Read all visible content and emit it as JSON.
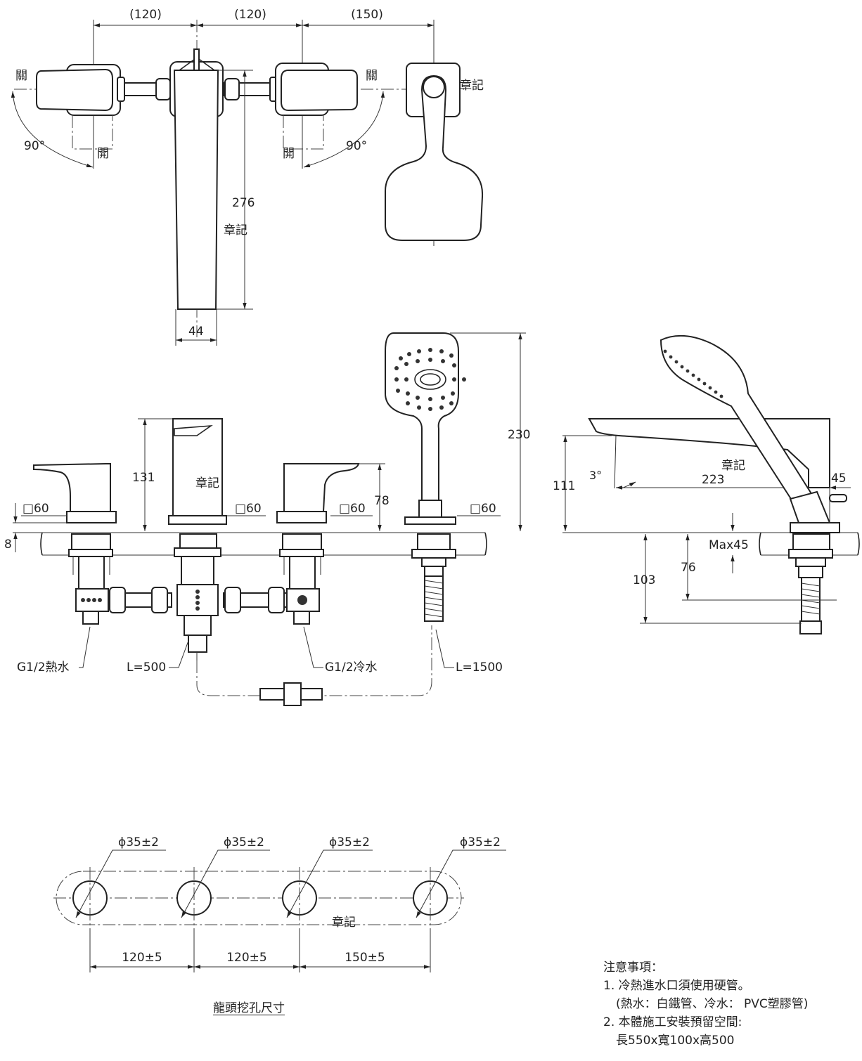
{
  "top_view": {
    "dims_top": [
      "(120)",
      "(120)",
      "(150)"
    ],
    "close_left": "關",
    "close_right": "關",
    "open_left": "開",
    "open_right": "開",
    "angle_left": "90°",
    "angle_right": "90°",
    "spout_length": "276",
    "spout_width": "44",
    "logo_spout": "章記",
    "logo_shower_holder": "章記"
  },
  "front_view": {
    "spout_height": "131",
    "handle_height": "78",
    "shower_height": "230",
    "deck_thickness": "8",
    "base_labels": [
      "□60",
      "□60",
      "□60",
      "□60"
    ],
    "logo": "章記",
    "hot_inlet": "G1/2熱水",
    "cold_inlet": "G1/2冷水",
    "hose_left": "L=500",
    "hose_right": "L=1500"
  },
  "side_view": {
    "height": "111",
    "angle": "3°",
    "reach": "223",
    "depth": "45",
    "max_deck": "Max45",
    "below_76": "76",
    "below_103": "103",
    "logo": "章記"
  },
  "hole_layout": {
    "hole_diameters": [
      "ϕ35±2",
      "ϕ35±2",
      "ϕ35±2",
      "ϕ35±2"
    ],
    "spacings": [
      "120±5",
      "120±5",
      "150±5"
    ],
    "logo": "章記",
    "title": "龍頭挖孔尺寸"
  },
  "notes": {
    "heading": "注意事項：",
    "line1": "1. 冷熱進水口須使用硬管。",
    "line1b": "(熱水：白鐵管、冷水： PVC塑膠管)",
    "line2": "2. 本體施工安裝預留空間:",
    "line2b": "長550x寬100x高500"
  }
}
